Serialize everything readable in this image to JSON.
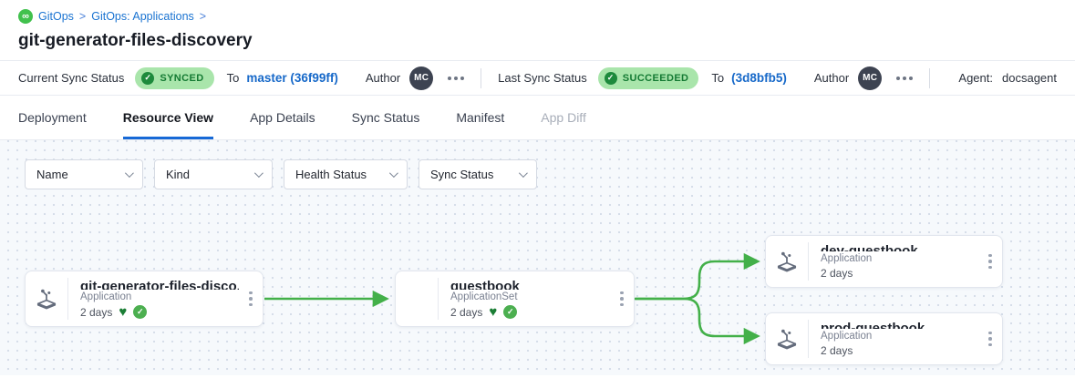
{
  "breadcrumb": {
    "logo_glyph": "∞",
    "items": [
      "GitOps",
      "GitOps: Applications"
    ],
    "separator": ">"
  },
  "page_title": "git-generator-files-discovery",
  "status_bar": {
    "current": {
      "label": "Current Sync Status",
      "badge": "SYNCED",
      "badge_check": "✓",
      "to": "To",
      "target": "master (36f99ff)",
      "author_label": "Author",
      "author_initials": "MC"
    },
    "last": {
      "label": "Last Sync Status",
      "badge": "SUCCEEDED",
      "badge_check": "✓",
      "to": "To",
      "target": "(3d8bfb5)",
      "author_label": "Author",
      "author_initials": "MC"
    },
    "agent_label": "Agent:",
    "agent_value": "docsagent"
  },
  "tabs": [
    {
      "label": "Deployment",
      "state": "normal"
    },
    {
      "label": "Resource View",
      "state": "active"
    },
    {
      "label": "App Details",
      "state": "normal"
    },
    {
      "label": "Sync Status",
      "state": "normal"
    },
    {
      "label": "Manifest",
      "state": "normal"
    },
    {
      "label": "App Diff",
      "state": "disabled"
    }
  ],
  "filters": [
    {
      "label": "Name"
    },
    {
      "label": "Kind"
    },
    {
      "label": "Health Status"
    },
    {
      "label": "Sync Status"
    }
  ],
  "graph": {
    "nodes": [
      {
        "title": "git-generator-files-disco...",
        "kind": "Application",
        "age": "2 days",
        "healthy": true,
        "synced": true,
        "check": "✓",
        "heart": "♥"
      },
      {
        "title": "guestbook",
        "kind": "ApplicationSet",
        "age": "2 days",
        "healthy": true,
        "synced": true,
        "check": "✓",
        "heart": "♥"
      },
      {
        "title": "dev-guestbook",
        "kind": "Application",
        "age": "2 days",
        "healthy": false,
        "synced": false
      },
      {
        "title": "prod-guestbook",
        "kind": "Application",
        "age": "2 days",
        "healthy": false,
        "synced": false
      }
    ],
    "edges": [
      {
        "from": "git-generator-files-discovery",
        "to": "guestbook"
      },
      {
        "from": "guestbook",
        "to": "dev-guestbook"
      },
      {
        "from": "guestbook",
        "to": "prod-guestbook"
      }
    ]
  },
  "colors": {
    "link_blue": "#1a73d1",
    "accent_blue": "#1769d6",
    "edge_green": "#43b049",
    "badge_bg": "#a9e5ab",
    "badge_text": "#147a33",
    "heart_green": "#1b7e35",
    "check_green": "#4caf50",
    "logo_green": "#41c14d",
    "canvas_bg": "#f6f9fc"
  }
}
